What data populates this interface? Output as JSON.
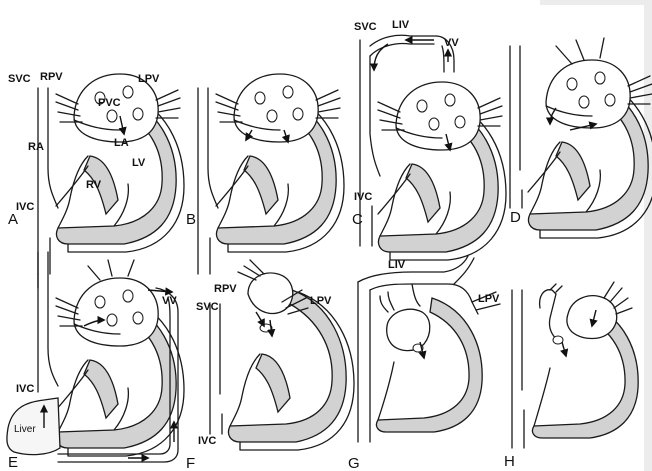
{
  "panels": [
    {
      "letter": "A",
      "labels": {
        "svc": "SVC",
        "rpv": "RPV",
        "lpv": "LPV",
        "pvc": "PVC",
        "ra": "RA",
        "la": "LA",
        "lv": "LV",
        "rv": "RV",
        "ivc": "IVC"
      }
    },
    {
      "letter": "B"
    },
    {
      "letter": "C",
      "labels": {
        "svc": "SVC",
        "liv": "LIV",
        "vv": "VV",
        "ivc": "IVC"
      }
    },
    {
      "letter": "D"
    },
    {
      "letter": "E",
      "labels": {
        "vv": "VV",
        "ivc": "IVC",
        "liver": "Liver"
      }
    },
    {
      "letter": "F",
      "labels": {
        "rpv": "RPV",
        "svc": "SVC",
        "lpv": "LPV",
        "ivc": "IVC"
      }
    },
    {
      "letter": "G",
      "labels": {
        "liv": "LIV",
        "lpv": "LPV"
      }
    },
    {
      "letter": "H"
    }
  ]
}
